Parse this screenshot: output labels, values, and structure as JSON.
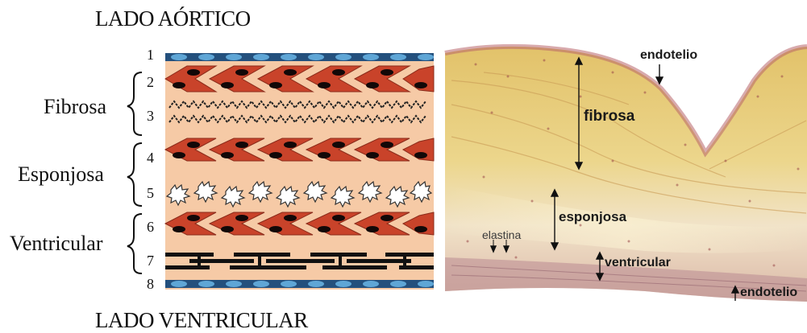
{
  "titles": {
    "top": "LADO AÓRTICO",
    "bottom": "LADO VENTRICULAR"
  },
  "layers": [
    {
      "name": "Fibrosa",
      "numbers": [
        "2",
        "3"
      ]
    },
    {
      "name": "Esponjosa",
      "numbers": [
        "4",
        "5"
      ]
    },
    {
      "name": "Ventricular",
      "numbers": [
        "6",
        "7"
      ]
    }
  ],
  "edge_numbers": {
    "top": "1",
    "bottom": "8"
  },
  "histology_labels": {
    "endothelium_top": "endotelio",
    "fibrosa": "fibrosa",
    "esponjosa": "esponjosa",
    "elastin": "elastina",
    "ventricular": "ventricular",
    "endothelium_bottom": "endotelio"
  },
  "colors": {
    "endothelium_blue": "#2e5e8e",
    "cell_red": "#c9432a",
    "band_peach": "#f6caa6",
    "tissue_yellow": "#e9cf7a"
  }
}
